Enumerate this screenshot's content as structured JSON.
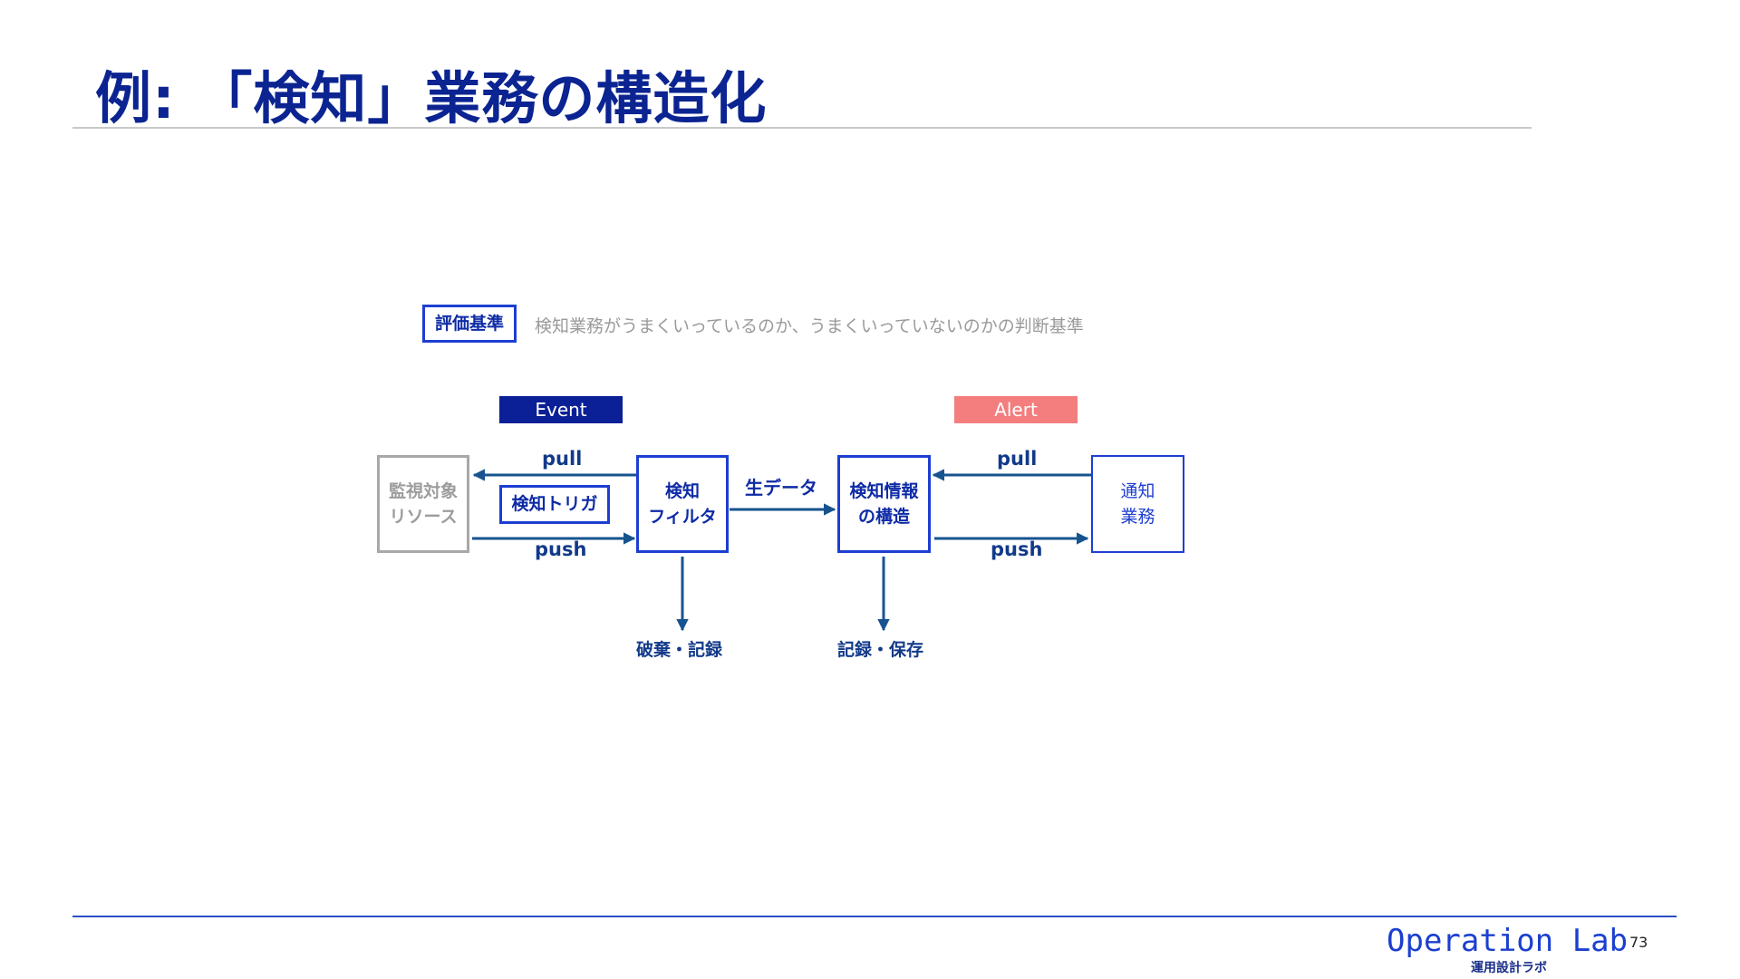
{
  "title": "例: 「検知」業務の構造化",
  "evaluation": {
    "label": "評価基準",
    "description": "検知業務がうまくいっているのか、うまくいっていないのかの判断基準"
  },
  "badges": {
    "event": "Event",
    "alert": "Alert"
  },
  "nodes": {
    "resource": "監視対象\nリソース",
    "trigger": "検知トリガ",
    "filter": "検知\nフィルタ",
    "structure": "検知情報\nの構造",
    "notify": "通知\n業務"
  },
  "edges": {
    "pull_left": "pull",
    "push_left": "push",
    "raw_data": "生データ",
    "pull_right": "pull",
    "push_right": "push",
    "discard": "破棄・記録",
    "store": "記録・保存"
  },
  "colors": {
    "title": "#0b2491",
    "primary": "#1d3ed1",
    "arrow": "#17538f",
    "event": "#0b1f96",
    "alert": "#f47d7d",
    "muted": "#a8a8a8"
  },
  "footer": {
    "brand": "Operation Lab",
    "brand_sub": "運用設計ラボ",
    "page": "73"
  }
}
